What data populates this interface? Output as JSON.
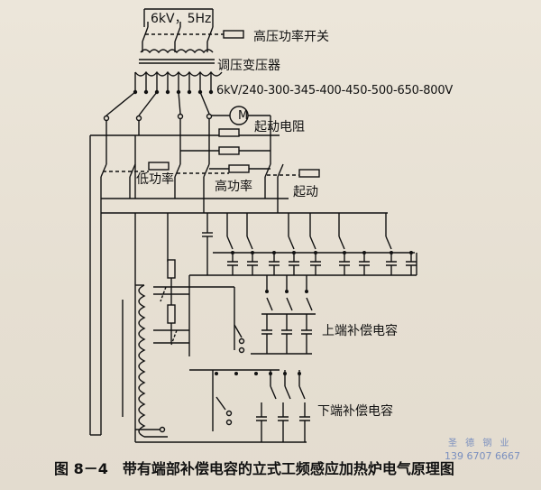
{
  "labels": {
    "supply": "6kV，5Hz",
    "hv_switch": "高压功率开关",
    "tap_transformer": "调压变压器",
    "tap_voltages": "6kV/240-300-345-400-450-500-650-800V",
    "motor_symbol": "M",
    "start_resistor": "起动电阻",
    "low_power": "低功率",
    "high_power": "高功率",
    "start": "起动",
    "upper_capacitor": "上端补偿电容",
    "lower_capacitor": "下端补偿电容"
  },
  "watermark": {
    "name": "圣 德 钢 业",
    "phone": "139 6707 6667"
  },
  "caption": "图 8－4　带有端部补偿电容的立式工频感应加热炉电气原理图",
  "colors": {
    "line": "#111111",
    "background": "#e9e2d6",
    "watermark": "#7a8fbf"
  }
}
